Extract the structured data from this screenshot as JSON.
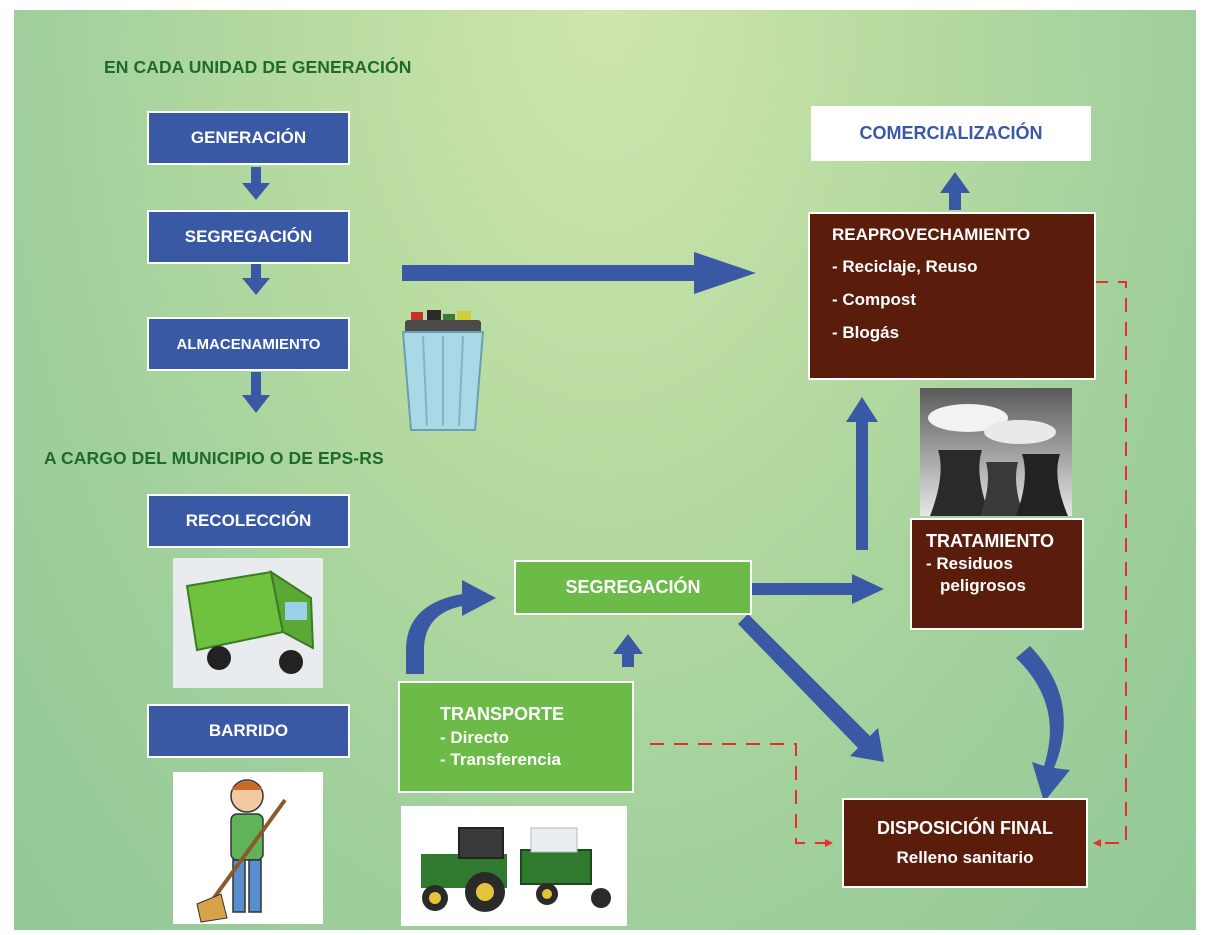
{
  "sections": {
    "top_label": "EN CADA UNIDAD DE GENERACIÓN",
    "bottom_label": "A CARGO DEL MUNICIPIO O DE EPS-RS"
  },
  "boxes": {
    "generacion": "GENERACIÓN",
    "segregacion_top": "SEGREGACIÓN",
    "almacenamiento": "ALMACENAMIENTO",
    "recoleccion": "RECOLECCIÓN",
    "barrido": "BARRIDO",
    "segregacion_mid": "SEGREGACIÓN",
    "comercializacion": "COMERCIALIZACIÓN"
  },
  "transporte": {
    "title": "TRANSPORTE",
    "items": [
      "- Directo",
      "- Transferencia"
    ]
  },
  "reaprovechamiento": {
    "title": "REAPROVECHAMIENTO",
    "items": [
      "- Reciclaje, Reuso",
      "- Compost",
      "- Blogás"
    ]
  },
  "tratamiento": {
    "title": "TRATAMIENTO",
    "line1": "- Residuos",
    "line2": "peligrosos"
  },
  "disposicion": {
    "title": "DISPOSICIÓN FINAL",
    "subtitle": "Relleno sanitario"
  },
  "colors": {
    "blue": "#3a59a5",
    "green": "#6cbb48",
    "brown": "#5a1d0c",
    "red": "#e8302a",
    "label_green": "#1f6b2a"
  }
}
